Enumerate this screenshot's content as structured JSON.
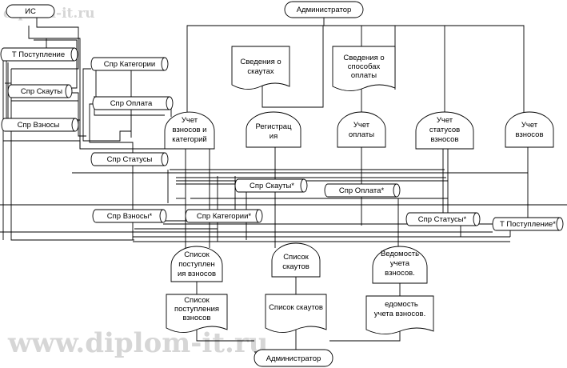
{
  "watermark": {
    "top": "diplom-it.ru",
    "bottom": "www.diplom-it.ru"
  },
  "terminators": {
    "is": "ИС",
    "admin_top": "Администратор",
    "admin_bottom": "Администратор"
  },
  "stores": {
    "t_postuplenie": "Т Поступление",
    "spr_kategorii": "Спр Категории",
    "spr_skauty": "Спр Скауты",
    "spr_oplata": "Спр Оплата",
    "spr_vznosy": "Спр Взносы",
    "spr_statusy": "Спр Статусы",
    "spr_skauty_out": "Спр Скауты*",
    "spr_oplata_out": "Спр Оплата*",
    "spr_vznosy_out": "Спр Взносы*",
    "spr_kategorii_out": "Спр Категории*",
    "spr_statusy_out": "Спр Статусы*",
    "t_postuplenie_out": "Т Поступление*"
  },
  "documents": {
    "svedeniya_skauty": [
      "Сведения о",
      "скаутах"
    ],
    "svedeniya_oplata": [
      "Сведения о",
      "способах",
      "оплаты"
    ],
    "spisok_postupleniya": [
      "Список",
      "поступления",
      "взносов"
    ],
    "spisok_skautov": [
      "Список скаутов"
    ],
    "vedomost_doc": [
      "едомость",
      "учета взносов."
    ]
  },
  "processes": {
    "uchet_vznosov_kategoriy": [
      "Учет",
      "взносов и",
      "категорий"
    ],
    "registraciya": [
      "Регистрац",
      "ия"
    ],
    "uchet_oplaty": [
      "Учет",
      "оплаты"
    ],
    "uchet_statusov": [
      "Учет",
      "статусов",
      "взносов"
    ],
    "uchet_vznosov": [
      "Учет",
      "взносов"
    ],
    "spisok_postuplen": [
      "Список",
      "поступлен",
      "ия взносов"
    ],
    "spisok_skautov_proc": [
      "Список",
      "скаутов"
    ],
    "vedomost_proc": [
      "Ведомость",
      "учета",
      "взносов."
    ]
  }
}
